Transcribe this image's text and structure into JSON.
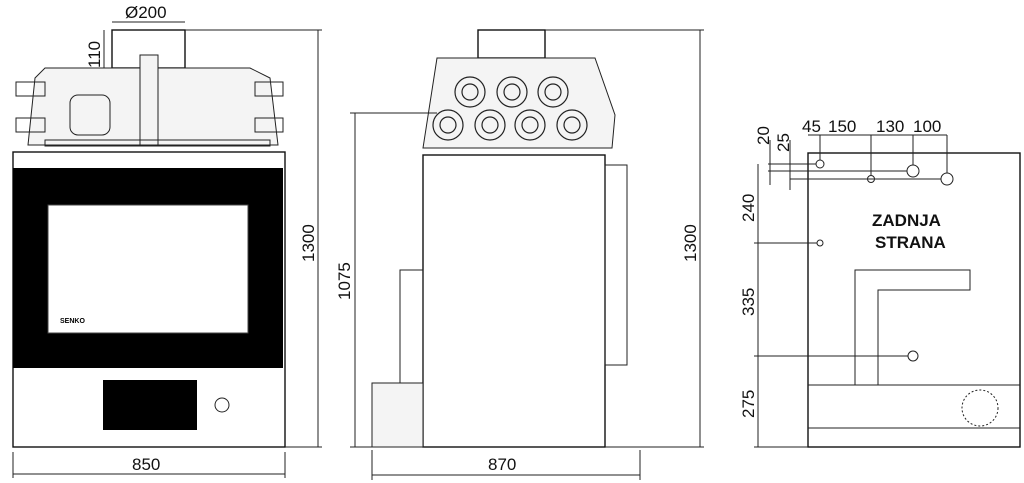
{
  "front_view": {
    "chimney_diameter": "Ø200",
    "chimney_height": "110",
    "height": "1300",
    "width": "850",
    "logo": "SENKO"
  },
  "side_view": {
    "connection_height": "1075",
    "height": "1300",
    "depth": "870"
  },
  "rear_view": {
    "title_line1": "ZADNJA",
    "title_line2": "STRANA",
    "horizontal_dims": [
      "45",
      "150",
      "130",
      "100"
    ],
    "top_dims": [
      "20",
      "25"
    ],
    "vertical_dims": [
      "240",
      "335",
      "275"
    ]
  }
}
